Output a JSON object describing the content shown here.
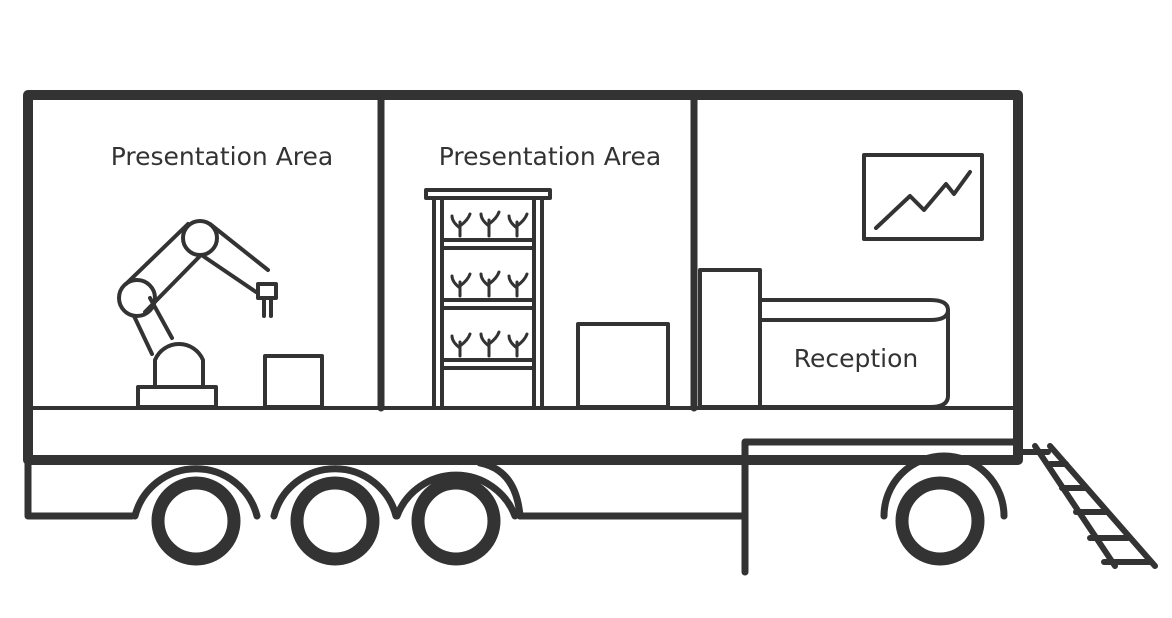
{
  "diagram": {
    "rooms": [
      {
        "label": "Presentation Area",
        "contents": [
          "robot-arm-icon",
          "display-box"
        ]
      },
      {
        "label": "Presentation Area",
        "contents": [
          "vertical-farm-shelf-icon",
          "display-box"
        ]
      },
      {
        "label": "Reception",
        "contents": [
          "trend-chart-icon",
          "reception-desk"
        ]
      }
    ],
    "vehicle": "semi-trailer",
    "accessories": [
      "wheel-icon",
      "ladder-icon"
    ],
    "colors": {
      "line": "#333333",
      "background": "#ffffff"
    }
  }
}
